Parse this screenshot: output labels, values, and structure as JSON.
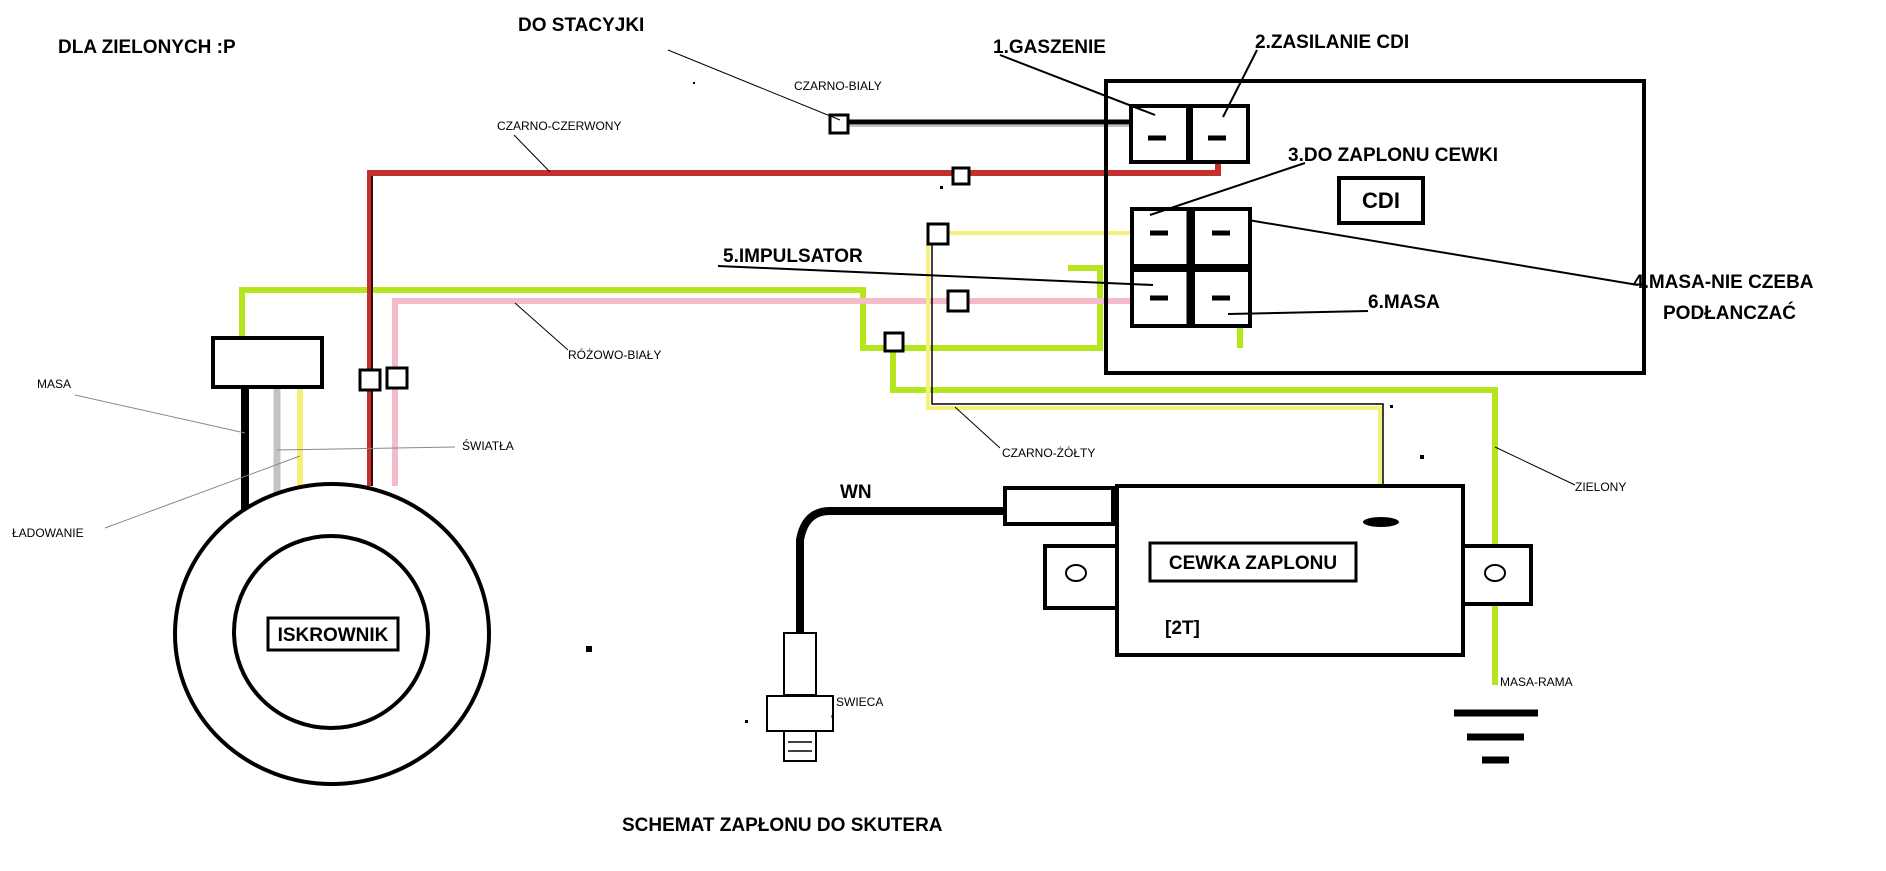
{
  "header": {
    "note": "DLA ZIELONYCH  :P"
  },
  "footer": {
    "title": "SCHEMAT ZAPŁONU DO SKUTERA"
  },
  "cdi": {
    "label": "CDI",
    "pins": {
      "p1": "1.GASZENIE",
      "p2": "2.ZASILANIE CDI",
      "p3": "3.DO ZAPLONU CEWKI",
      "p4_line1": "4.MASA-NIE CZEBA",
      "p4_line2": "PODŁANCZAĆ",
      "p5": "5.IMPULSATOR",
      "p6": "6.MASA"
    }
  },
  "connections": {
    "ignition_switch": "DO STACYJKI"
  },
  "wires": {
    "czarno_bialy": "CZARNO-BIALY",
    "czarno_czerwony": "CZARNO-CZERWONY",
    "rozowo_bialy": "RÓŻOWO-BIAŁY",
    "czarno_zolty": "CZARNO-ŻÓŁTY",
    "zielony": "ZIELONY",
    "masa_rama": "MASA-RAMA"
  },
  "magneto": {
    "label": "ISKROWNIK",
    "wire_labels": {
      "masa": "MASA",
      "swiatla": "ŚWIATŁA",
      "ladowanie": "ŁADOWANIE"
    }
  },
  "coil": {
    "label": "CEWKA ZAPLONU",
    "type": "[2T]",
    "hv_label": "WN"
  },
  "spark_plug": {
    "label": "SWIECA"
  },
  "colors": {
    "green": "#b5e61d",
    "red": "#c3302e",
    "pink": "#f3bcc8",
    "yellow": "#f5f07a",
    "black": "#000000",
    "gray": "#c3c3c3"
  }
}
